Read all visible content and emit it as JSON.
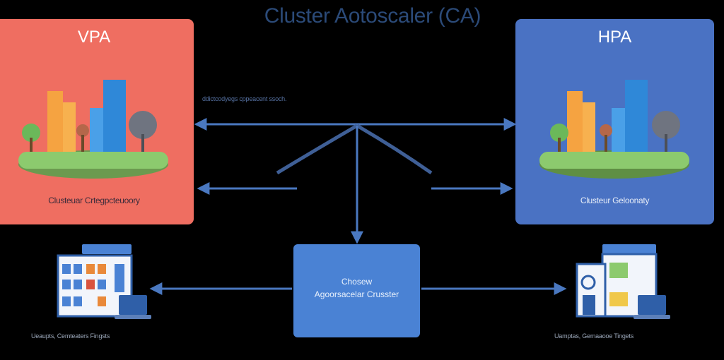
{
  "title": "Cluster Aotoscaler (CA)",
  "vpa": {
    "title": "VPA",
    "subtitle": "Clusteuar Crtegpcteuoory"
  },
  "hpa": {
    "title": "HPA",
    "subtitle": "Clusteur Geloonaty"
  },
  "core": {
    "line1": "Chosew",
    "line2": "Agoorsacelar Crusster"
  },
  "edges": {
    "top_label": "ddictcodyegs cppeacent ssoch.",
    "left_label": "",
    "right_label": ""
  },
  "bottom_left": {
    "caption": "Ueaupts, Cemteaters Fingsts"
  },
  "bottom_right": {
    "caption": "Uamptas, Gemaaooe Tingets"
  },
  "colors": {
    "vpa_panel": "#ef6e61",
    "hpa_panel": "#4a72c3",
    "core_box": "#4a82d4",
    "arrow": "#4a78c0",
    "grass": "#8cca6e",
    "building_orange": "#f5a341",
    "building_blue": "#2f88d8"
  }
}
